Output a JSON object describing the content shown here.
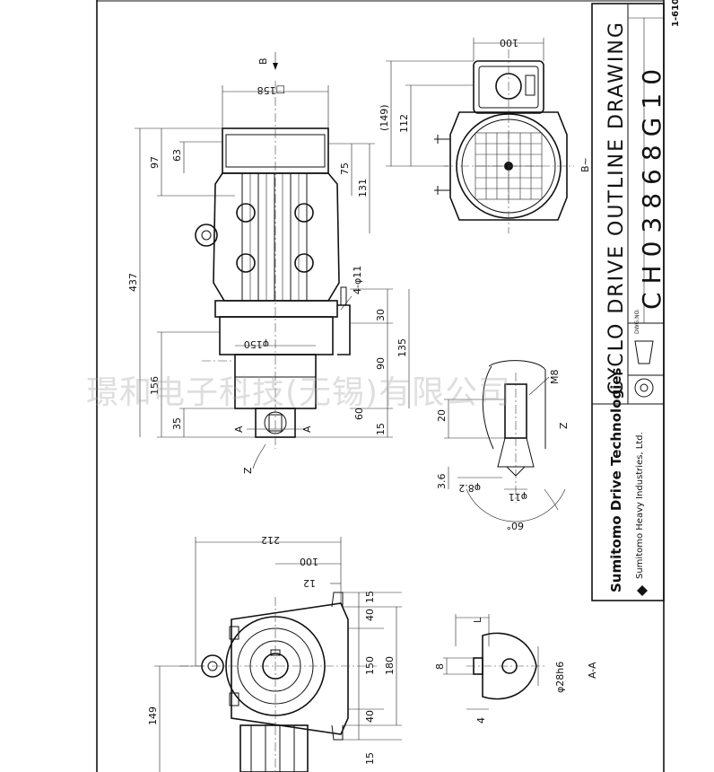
{
  "title_block": {
    "title": "CYCLO DRIVE OUTLINE DRAWING",
    "drawing_no_label": "DWG.NO.",
    "drawing_no": "CH03868G10",
    "company_brand": "Sumitomo Drive Technologies",
    "company_name": "Sumitomo Heavy Industries, Ltd.",
    "page_code": "1-610"
  },
  "watermark": "璟和电子科技(无锡)有限公司",
  "labels": {
    "section_b": "B",
    "section_b_view": "B~",
    "section_a": "A",
    "section_aa": "A-A",
    "detail_z": "Z"
  },
  "dimensions": {
    "d100_top": "100",
    "d149_paren": "(149)",
    "d112": "112",
    "sq158": "□158",
    "d97": "97",
    "d63": "63",
    "d75": "75",
    "d131": "131",
    "d437": "437",
    "hole_4": "4-φ11",
    "d30": "30",
    "d90": "90",
    "d135": "135",
    "dia150": "φ150",
    "d156": "156",
    "d35": "35",
    "d60": "60",
    "d15_side": "15",
    "d20": "20",
    "m8": "M8",
    "d3_6": "3.6",
    "dia8_2": "φ8.2",
    "dia11": "φ11",
    "ang60": "60°",
    "d212": "212",
    "d100_bot": "100",
    "d12": "12",
    "d15a": "15",
    "d40a": "40",
    "d150": "150",
    "d180": "180",
    "d40b": "40",
    "d15b": "15",
    "d149": "149",
    "key_l": "L",
    "key_8": "8",
    "key_4": "4",
    "shaft_dia": "φ28h6"
  }
}
